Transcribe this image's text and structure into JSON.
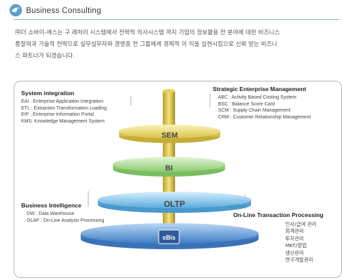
{
  "header": {
    "title": "Business Consulting"
  },
  "intro": {
    "line1": "㈜더 소바이-에스는 구 래처리 시스템에서 전략적 의사시스템 까지 기업의 정보활용 전 분야에 대한 비즈니스",
    "line2": "통찰력과 기술적 전략으로 실무실무자와 경영층 전 그룹에게 경제적 이 익을 실현시킴으로 신뢰 받는 비즈니",
    "line3": "스 파트너가 되겠습니다."
  },
  "diagram": {
    "layers": [
      {
        "label": "SEM"
      },
      {
        "label": "BI"
      },
      {
        "label": "OLTP"
      },
      {
        "label": "sBis"
      }
    ],
    "system_integration": {
      "heading": "System integration",
      "items": [
        "EAI : Enterprise Application Integration",
        "ETL : Extraction Transformation Loading",
        "EIP : Enterprise Information Portal",
        "KMS: Knowledge Management System"
      ]
    },
    "strategic": {
      "heading": "Strategic Enterprise Management",
      "items": [
        ". ABC : Activity Based Costing System",
        ". BSC : Balance Score Card",
        ". SCM : Supply Chain Management",
        ". CRM : Customer Relationship Management"
      ]
    },
    "business_intelligence": {
      "heading": "Business Intelligence",
      "items": [
        ". DW : Data Warehouse",
        ". OLAP : On-Line Analysis Processing"
      ]
    },
    "oltp_processing": {
      "heading": "On-Line Transaction Processing",
      "items": [
        "인사/급여 관리",
        "회계관리",
        "투자관리",
        "MKT/영업",
        "생산관리",
        "연구개발관리"
      ]
    }
  },
  "colors": {
    "header_rule": "#8fa4c4",
    "sem": "#efe070",
    "bi": "#b8e0a0",
    "oltp": "#8cc8ee",
    "sbis": "#6a9fd8",
    "pole": "#e8d05a"
  }
}
